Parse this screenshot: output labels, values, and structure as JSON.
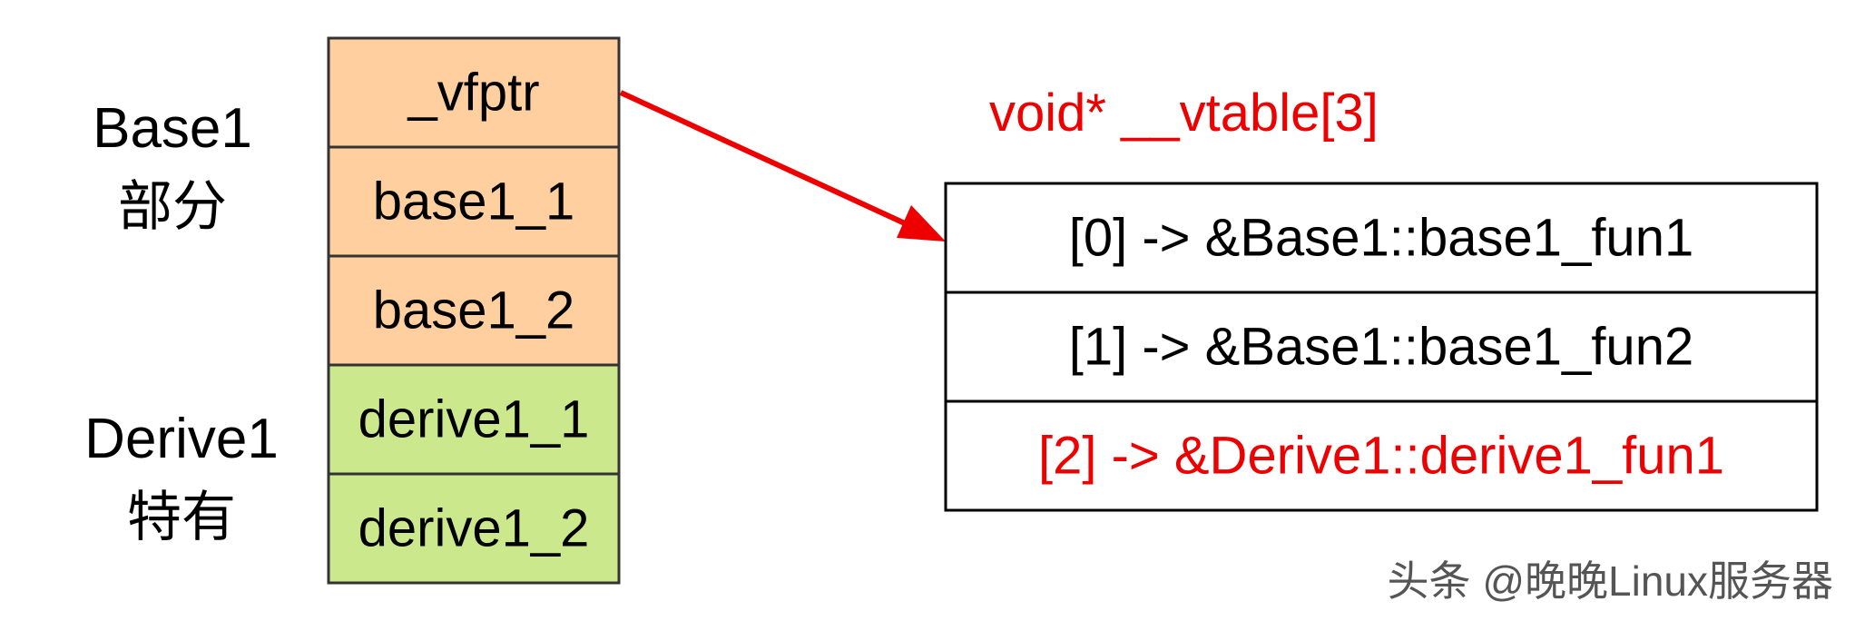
{
  "colors": {
    "base_fill": "#FFCF9F",
    "derive_fill": "#CCE88C",
    "stroke": "#333333",
    "black_text": "#000000",
    "red": "#EE0000",
    "watermark": "#555555"
  },
  "groups": [
    {
      "label_line1": "Base1",
      "label_line2": "部分"
    },
    {
      "label_line1": "Derive1",
      "label_line2": "特有"
    }
  ],
  "object_layout": [
    {
      "label": "_vfptr",
      "group": "base"
    },
    {
      "label": "base1_1",
      "group": "base"
    },
    {
      "label": "base1_2",
      "group": "base"
    },
    {
      "label": "derive1_1",
      "group": "derive"
    },
    {
      "label": "derive1_2",
      "group": "derive"
    }
  ],
  "vtable": {
    "title": "void* __vtable[3]",
    "entries": [
      {
        "text": "[0] -> &Base1::base1_fun1",
        "highlight": false
      },
      {
        "text": "[1] -> &Base1::base1_fun2",
        "highlight": false
      },
      {
        "text": "[2] -> &Derive1::derive1_fun1",
        "highlight": true
      }
    ]
  },
  "watermark": "头条 @晚晚Linux服务器"
}
